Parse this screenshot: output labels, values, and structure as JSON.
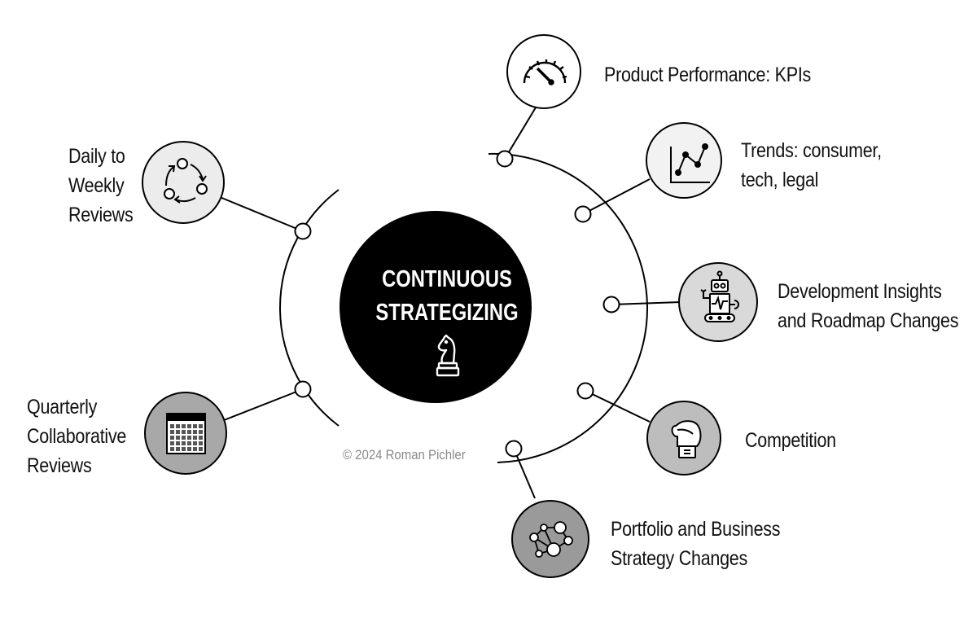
{
  "center": {
    "title_lines": [
      "CONTINUOUS",
      "STRATEGIZING"
    ],
    "icon": "chess-knight-icon",
    "fill": "#000000"
  },
  "copyright": "© 2024 Roman Pichler",
  "left_nodes": [
    {
      "id": "daily-weekly-reviews",
      "label_lines": [
        "Daily to",
        "Weekly",
        "Reviews"
      ],
      "icon": "cycle-arrows-icon",
      "fill": "#ececec"
    },
    {
      "id": "quarterly-reviews",
      "label_lines": [
        "Quarterly",
        "Collaborative",
        "Reviews"
      ],
      "icon": "calendar-icon",
      "fill": "#a8a8a8"
    }
  ],
  "right_nodes": [
    {
      "id": "product-performance",
      "label_lines": [
        "Product Performance: KPIs"
      ],
      "icon": "speedometer-icon",
      "fill": "#ffffff"
    },
    {
      "id": "trends",
      "label_lines": [
        "Trends: consumer,",
        "tech, legal"
      ],
      "icon": "line-chart-icon",
      "fill": "#f2f2f2"
    },
    {
      "id": "development-insights",
      "label_lines": [
        "Development Insights",
        "and Roadmap Changes"
      ],
      "icon": "robot-icon",
      "fill": "#d9d9d9"
    },
    {
      "id": "competition",
      "label_lines": [
        "Competition"
      ],
      "icon": "boxing-glove-icon",
      "fill": "#bdbdbd"
    },
    {
      "id": "portfolio-strategy",
      "label_lines": [
        "Portfolio and Business",
        "Strategy Changes"
      ],
      "icon": "network-icon",
      "fill": "#9a9a9a"
    }
  ]
}
